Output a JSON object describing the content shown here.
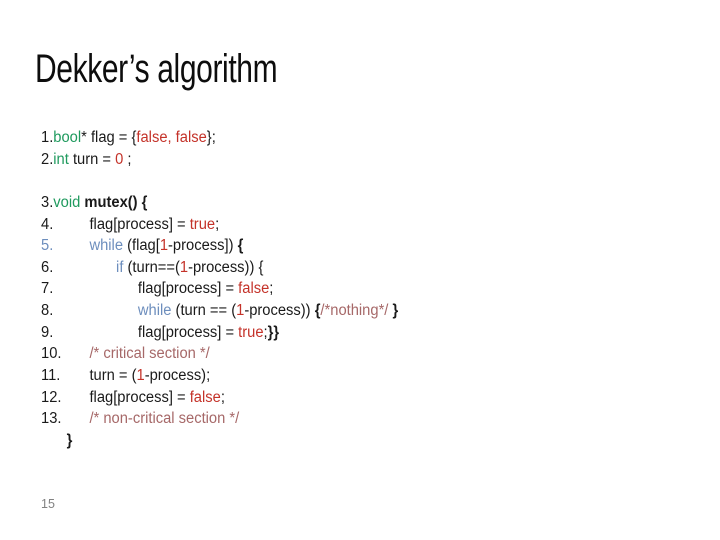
{
  "slide": {
    "title": "Dekker’s algorithm",
    "page_number": "15"
  },
  "colors": {
    "keyword_green": "#1f9a5e",
    "keyword_blue": "#6d8ebd",
    "literal_red": "#c43229",
    "comment_rose": "#a66868",
    "text": "#1a1a1a",
    "page_number_gray": "#818181",
    "background": "#ffffff"
  },
  "code": {
    "lines": [
      {
        "num": "1.",
        "num_style": "p",
        "indent": 0,
        "tokens": [
          [
            "k",
            "bool"
          ],
          [
            "p",
            "* flag = {"
          ],
          [
            "r",
            "false, false"
          ],
          [
            "p",
            "};"
          ]
        ]
      },
      {
        "num": "2.",
        "num_style": "p",
        "indent": 0,
        "tokens": [
          [
            "k",
            "int"
          ],
          [
            "p",
            " turn = "
          ],
          [
            "r",
            "0"
          ],
          [
            "p",
            " ;"
          ]
        ]
      },
      {
        "num": "",
        "num_style": "p",
        "indent": 0,
        "tokens": []
      },
      {
        "num": "3.",
        "num_style": "p",
        "indent": 0,
        "tokens": [
          [
            "k",
            "void"
          ],
          [
            "p",
            " "
          ],
          [
            "B",
            "mutex() {"
          ]
        ]
      },
      {
        "num": "4.",
        "num_style": "p",
        "indent": 1,
        "tokens": [
          [
            "p",
            "flag[process] = "
          ],
          [
            "r",
            "true"
          ],
          [
            "p",
            ";"
          ]
        ]
      },
      {
        "num": "5.",
        "num_style": "b",
        "indent": 1,
        "tokens": [
          [
            "b",
            "while"
          ],
          [
            "p",
            " (flag["
          ],
          [
            "r",
            "1"
          ],
          [
            "p",
            "-process]) "
          ],
          [
            "B",
            "{"
          ]
        ]
      },
      {
        "num": "6.",
        "num_style": "p",
        "indent": 2,
        "tokens": [
          [
            "b",
            "if"
          ],
          [
            "p",
            " (turn==("
          ],
          [
            "r",
            "1"
          ],
          [
            "p",
            "-process)) {"
          ]
        ]
      },
      {
        "num": "7.",
        "num_style": "p",
        "indent": 3,
        "tokens": [
          [
            "p",
            "flag[process] = "
          ],
          [
            "r",
            "false"
          ],
          [
            "p",
            ";"
          ]
        ]
      },
      {
        "num": "8.",
        "num_style": "p",
        "indent": 3,
        "tokens": [
          [
            "b",
            "while"
          ],
          [
            "p",
            " (turn == ("
          ],
          [
            "r",
            "1"
          ],
          [
            "p",
            "-process)) "
          ],
          [
            "B",
            "{"
          ],
          [
            "c",
            "/*nothing*/"
          ],
          [
            "B",
            " }"
          ]
        ]
      },
      {
        "num": "9.",
        "num_style": "p",
        "indent": 3,
        "tokens": [
          [
            "p",
            "flag[process] = "
          ],
          [
            "r",
            "true"
          ],
          [
            "p",
            ";"
          ],
          [
            "B",
            "}}"
          ]
        ]
      },
      {
        "num": "10.",
        "num_style": "p",
        "indent": 1,
        "tokens": [
          [
            "c",
            "/* critical section */"
          ]
        ]
      },
      {
        "num": "11.",
        "num_style": "p",
        "indent": 1,
        "tokens": [
          [
            "p",
            "turn = ("
          ],
          [
            "r",
            "1"
          ],
          [
            "p",
            "-process);"
          ]
        ]
      },
      {
        "num": "12.",
        "num_style": "p",
        "indent": 1,
        "tokens": [
          [
            "p",
            "flag[process] = "
          ],
          [
            "r",
            "false"
          ],
          [
            "p",
            ";"
          ]
        ]
      },
      {
        "num": "13.",
        "num_style": "p",
        "indent": 1,
        "tokens": [
          [
            "c",
            "/* non-critical section */"
          ]
        ]
      },
      {
        "num": "",
        "num_style": "p",
        "indent": "brace",
        "tokens": [
          [
            "B",
            "}"
          ]
        ]
      }
    ]
  }
}
